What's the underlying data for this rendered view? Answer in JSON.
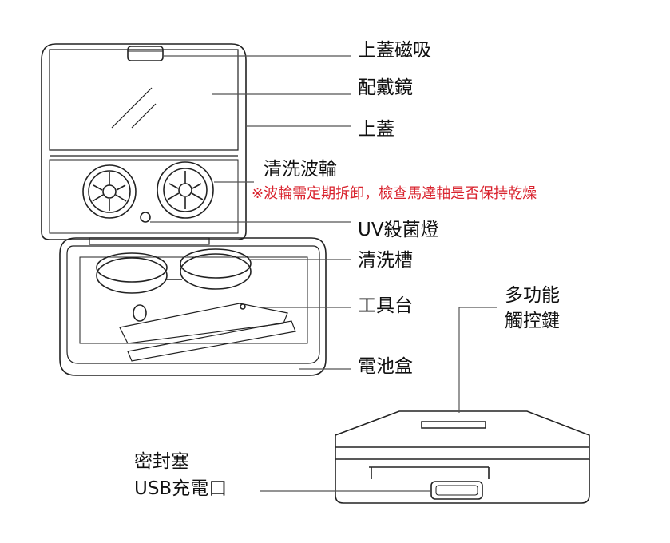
{
  "labels": {
    "lid_magnet": "上蓋磁吸",
    "mirror": "配戴鏡",
    "lid": "上蓋",
    "impeller": "清洗波輪",
    "impeller_note": "※波輪需定期拆卸，檢查馬達軸是否保持乾燥",
    "uv_lamp": "UV殺菌燈",
    "wash_tank": "清洗槽",
    "tool_stand": "工具台",
    "battery_box": "電池盒",
    "touch_key_line1": "多功能",
    "touch_key_line2": "觸控鍵",
    "seal_plug_line1": "密封塞",
    "seal_plug_line2": "USB充電口"
  },
  "colors": {
    "note": "#d9232e",
    "line": "#222222"
  }
}
